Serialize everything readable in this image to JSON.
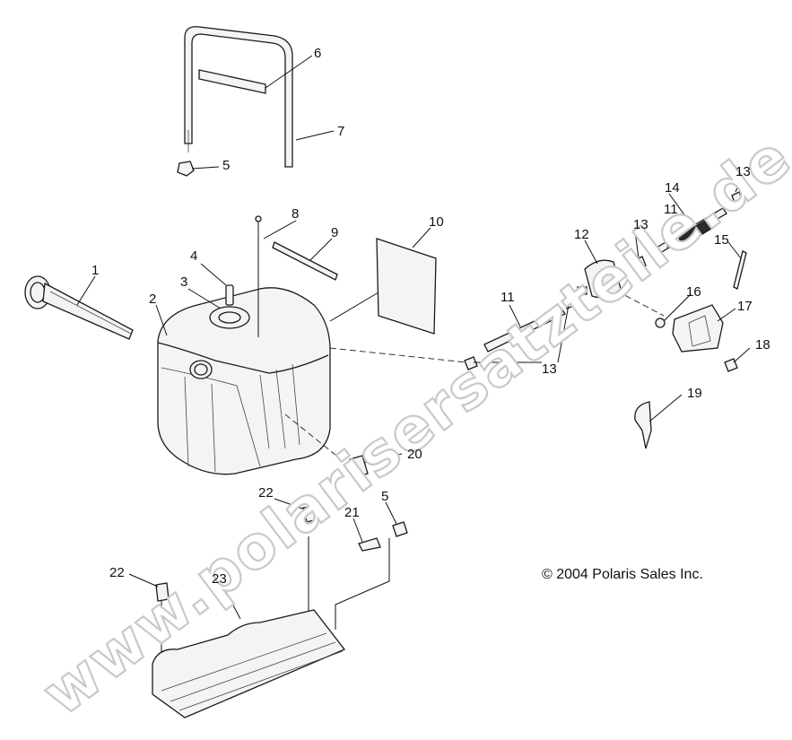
{
  "watermark": "www.polarisersatzteile.de",
  "copyright": "© 2004 Polaris Sales Inc.",
  "callouts": [
    {
      "id": "c1",
      "text": "1"
    },
    {
      "id": "c2",
      "text": "2"
    },
    {
      "id": "c3",
      "text": "3"
    },
    {
      "id": "c4",
      "text": "4"
    },
    {
      "id": "c5a",
      "text": "5"
    },
    {
      "id": "c5b",
      "text": "5"
    },
    {
      "id": "c6",
      "text": "6"
    },
    {
      "id": "c7",
      "text": "7"
    },
    {
      "id": "c8",
      "text": "8"
    },
    {
      "id": "c9",
      "text": "9"
    },
    {
      "id": "c10",
      "text": "10"
    },
    {
      "id": "c11a",
      "text": "11"
    },
    {
      "id": "c11b",
      "text": "11"
    },
    {
      "id": "c12",
      "text": "12"
    },
    {
      "id": "c13a",
      "text": "13"
    },
    {
      "id": "c13b",
      "text": "13"
    },
    {
      "id": "c13c",
      "text": "13"
    },
    {
      "id": "c14",
      "text": "14"
    },
    {
      "id": "c15",
      "text": "15"
    },
    {
      "id": "c16",
      "text": "16"
    },
    {
      "id": "c17",
      "text": "17"
    },
    {
      "id": "c18",
      "text": "18"
    },
    {
      "id": "c19",
      "text": "19"
    },
    {
      "id": "c20",
      "text": "20"
    },
    {
      "id": "c21",
      "text": "21"
    },
    {
      "id": "c22a",
      "text": "22"
    },
    {
      "id": "c22b",
      "text": "22"
    },
    {
      "id": "c23",
      "text": "23"
    }
  ]
}
